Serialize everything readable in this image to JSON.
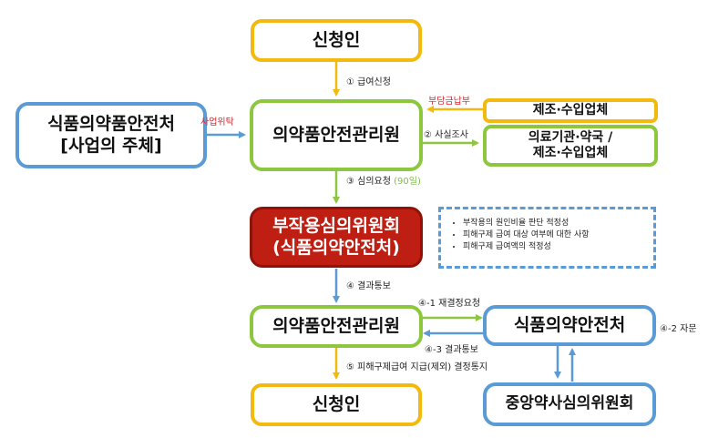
{
  "boxes": {
    "applicant_top": "신청인",
    "mfds": "식품의약품안전처",
    "mfds_sub": "[사업의 주체]",
    "kidsi_top": "의약품안전관리원",
    "manufacturer": "제조·수입업체",
    "hospital": "의료기관·약국 /",
    "hospital_sub": "제조·수입업체",
    "committee": "부작용심의위원회",
    "committee_sub": "(식품의약안전처)",
    "kidsi_bottom": "의약품안전관리원",
    "mfds_bottom": "식품의약안전처",
    "central": "중앙약사심의위원회",
    "applicant_bottom": "신청인"
  },
  "labels": {
    "step1": "① 급여신청",
    "burden": "부담금납부",
    "entrust": "사업위탁",
    "step2": "② 사실조사",
    "step3": "③ 심의요청",
    "step3_days": "(90일)",
    "step4": "④ 결과통보",
    "step4_1": "④-1 재결정요청",
    "step4_2": "④-2 자문",
    "step4_3": "④-3 결과통보",
    "step5": "⑤ 피해구제급여 지급(제외) 결정통지"
  },
  "notes": [
    "부작용의 원인비율 판단 적정성",
    "피해구제 급여 대상 여부에 대한 사항",
    "피해구제 급여액의 적정성"
  ],
  "colors": {
    "yellow": "#f2b90f",
    "green": "#8dc63f",
    "blue": "#5b9bd5",
    "red": "#bf1e12"
  }
}
